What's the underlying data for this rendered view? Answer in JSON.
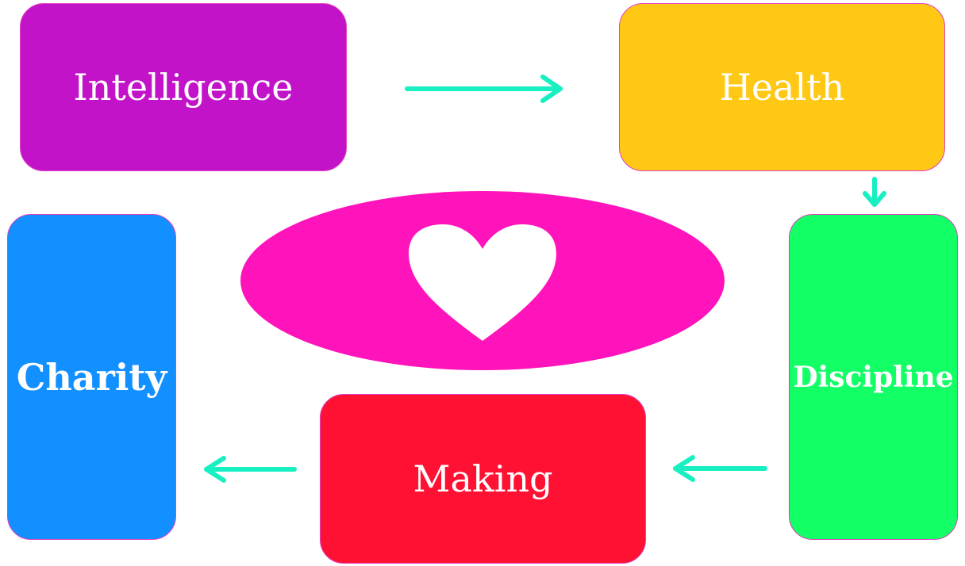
{
  "colors": {
    "intelligence": "#c213c9",
    "health": "#ffc814",
    "discipline": "#12ff66",
    "making": "#ff1133",
    "charity": "#1290ff",
    "arrow": "#18f0c2",
    "ellipse": "#ff14bc",
    "heart": "#ffffff",
    "box_border": "#e040c0"
  },
  "nodes": {
    "intelligence": {
      "label": "Intelligence"
    },
    "health": {
      "label": "Health"
    },
    "discipline": {
      "label": "Discipline"
    },
    "making": {
      "label": "Making"
    },
    "charity": {
      "label": "Charity"
    }
  },
  "center": {
    "icon": "heart-icon"
  },
  "edges": [
    {
      "from": "Intelligence",
      "to": "Health"
    },
    {
      "from": "Health",
      "to": "Discipline"
    },
    {
      "from": "Discipline",
      "to": "Making"
    },
    {
      "from": "Making",
      "to": "Charity"
    }
  ]
}
